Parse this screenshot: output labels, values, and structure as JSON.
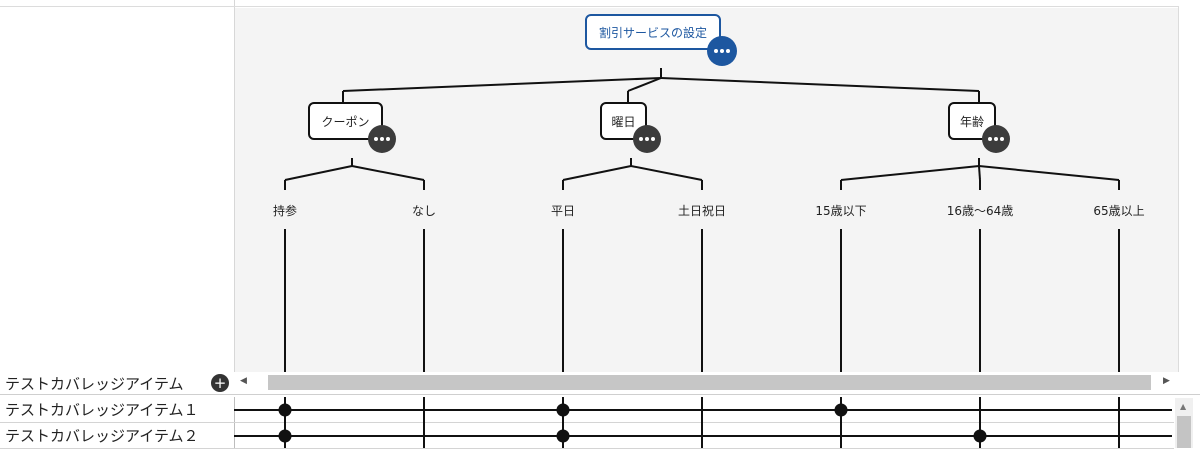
{
  "root": {
    "label": "割引サービスの設定"
  },
  "factors": [
    {
      "label": "クーポン",
      "levels": [
        "持参",
        "なし"
      ]
    },
    {
      "label": "曜日",
      "levels": [
        "平日",
        "土日祝日"
      ]
    },
    {
      "label": "年齢",
      "levels": [
        "15歳以下",
        "16歳～64歳",
        "65歳以上"
      ]
    }
  ],
  "header": {
    "label": "テストカバレッジアイテム"
  },
  "rows": [
    {
      "label": "テストカバレッジアイテム１",
      "selections": [
        "持参",
        "平日",
        "15歳以下"
      ]
    },
    {
      "label": "テストカバレッジアイテム２",
      "selections": [
        "持参",
        "平日",
        "16歳～64歳"
      ]
    }
  ],
  "colors": {
    "root_accent": "#1d57a0",
    "node_border": "#111111",
    "more_button": "#3c3c3c",
    "panel_bg": "#f4f4f4"
  },
  "icons": {
    "more": "more-horizontal-icon",
    "add": "plus-circle-icon",
    "scroll_left": "triangle-left-icon",
    "scroll_right": "triangle-right-icon",
    "scroll_up": "triangle-up-icon"
  }
}
